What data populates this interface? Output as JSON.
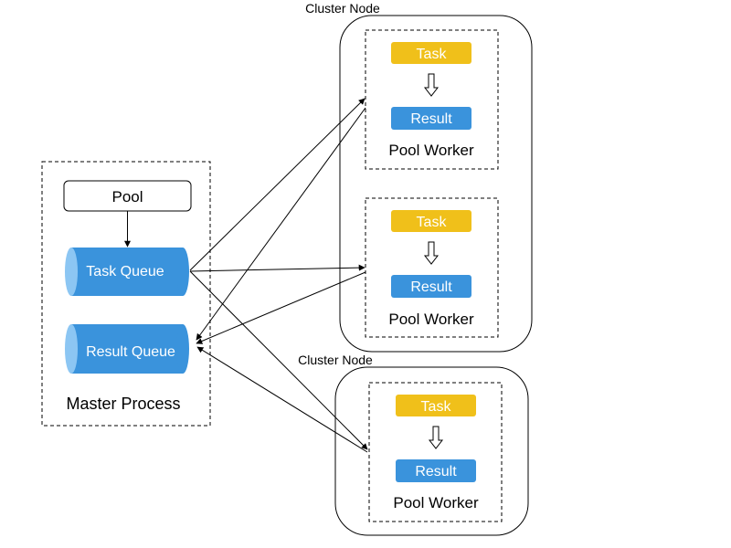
{
  "master": {
    "label": "Master Process",
    "pool_label": "Pool",
    "task_queue_label": "Task Queue",
    "result_queue_label": "Result Queue"
  },
  "nodes": [
    {
      "label": "Cluster Node",
      "workers": [
        {
          "task_label": "Task",
          "result_label": "Result",
          "worker_label": "Pool Worker"
        },
        {
          "task_label": "Task",
          "result_label": "Result",
          "worker_label": "Pool Worker"
        }
      ]
    },
    {
      "label": "Cluster Node",
      "workers": [
        {
          "task_label": "Task",
          "result_label": "Result",
          "worker_label": "Pool Worker"
        }
      ]
    }
  ],
  "colors": {
    "task": "#f0c01a",
    "result": "#3a93dc",
    "queue": "#3a93dc",
    "queue_cap": "#8cc6f3"
  }
}
